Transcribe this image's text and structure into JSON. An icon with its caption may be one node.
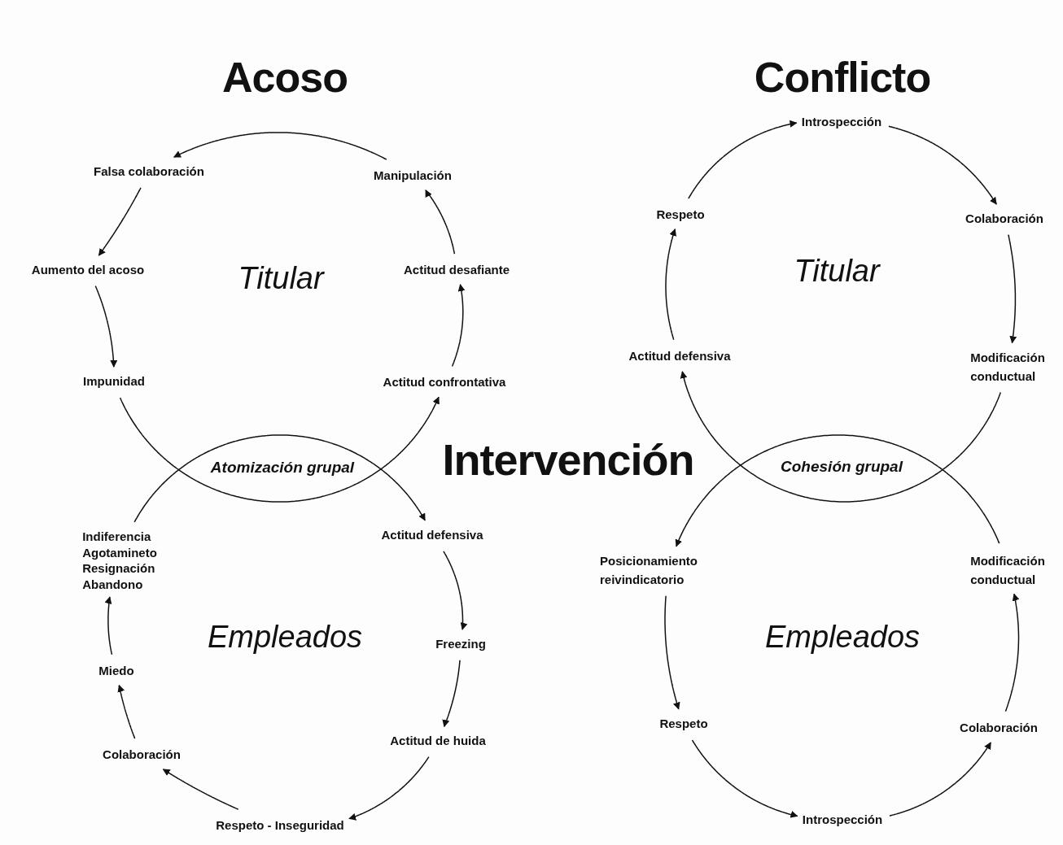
{
  "diagram": {
    "title": "Intervención",
    "nodes": [
      {
        "text": [
          "Falsa colaboración"
        ]
      },
      {
        "text": [
          "Manipulación"
        ]
      },
      {
        "text": [
          "Aumento del acoso"
        ]
      },
      {
        "text": [
          "Actitud desafiante"
        ]
      },
      {
        "text": [
          "Impunidad"
        ]
      },
      {
        "text": [
          "Actitud confrontativa"
        ]
      },
      {
        "text": [
          "Indiferencia",
          "Agotamineto",
          "Resignación",
          "Abandono"
        ]
      },
      {
        "text": [
          "Actitud defensiva"
        ]
      },
      {
        "text": [
          "Freezing"
        ]
      },
      {
        "text": [
          "Miedo"
        ]
      },
      {
        "text": [
          "Actitud de huida"
        ]
      },
      {
        "text": [
          "Colaboración"
        ]
      },
      {
        "text": [
          "Respeto - Inseguridad"
        ]
      },
      {
        "text": [
          "Introspección"
        ]
      },
      {
        "text": [
          "Respeto"
        ]
      },
      {
        "text": [
          "Colaboración"
        ]
      },
      {
        "text": [
          "Actitud defensiva"
        ]
      },
      {
        "text": [
          "Modificación conductual"
        ]
      },
      {
        "text": [
          "Posicionamiento reivindicatorio"
        ]
      },
      {
        "text": [
          "Modificación conductual"
        ]
      },
      {
        "text": [
          "Respeto"
        ]
      },
      {
        "text": [
          "Colaboración"
        ]
      },
      {
        "text": [
          "Introspección"
        ]
      }
    ],
    "edges": [
      {
        "from": 1,
        "to": 0,
        "arrow": "to"
      },
      {
        "from": 0,
        "to": 2,
        "arrow": "to"
      },
      {
        "from": 2,
        "to": 4,
        "arrow": "to"
      },
      {
        "from": 4,
        "to": 5,
        "arrow": "to"
      },
      {
        "from": 6,
        "to": 7,
        "arrow": "to"
      },
      {
        "from": 5,
        "to": 3,
        "arrow": "to"
      },
      {
        "from": 3,
        "to": 1,
        "arrow": "to"
      },
      {
        "from": 7,
        "to": 8,
        "arrow": "to"
      },
      {
        "from": 8,
        "to": 10,
        "arrow": "to"
      },
      {
        "from": 10,
        "to": 12,
        "arrow": "to"
      },
      {
        "from": 12,
        "to": 11,
        "arrow": "to"
      },
      {
        "from": 11,
        "to": 9,
        "arrow": "to"
      },
      {
        "from": 9,
        "to": 6,
        "arrow": "to"
      },
      {
        "from": 14,
        "to": 13,
        "arrow": "to"
      },
      {
        "from": 13,
        "to": 15,
        "arrow": "to"
      },
      {
        "from": 15,
        "to": 17,
        "arrow": "to"
      },
      {
        "from": 17,
        "to": 16,
        "arrow": "to"
      },
      {
        "from": 19,
        "to": 18,
        "arrow": "to"
      },
      {
        "from": 16,
        "to": 14,
        "arrow": "to"
      },
      {
        "from": 18,
        "to": 20,
        "arrow": "to"
      },
      {
        "from": 20,
        "to": 22,
        "arrow": "to"
      },
      {
        "from": 22,
        "to": 21,
        "arrow": "to"
      },
      {
        "from": 21,
        "to": 19,
        "arrow": "to"
      }
    ],
    "labels": [
      "Acoso",
      "Conflicto",
      "Titular",
      "Titular",
      "Atomización grupal",
      "Cohesión grupal",
      "Empleados",
      "Empleados"
    ]
  }
}
